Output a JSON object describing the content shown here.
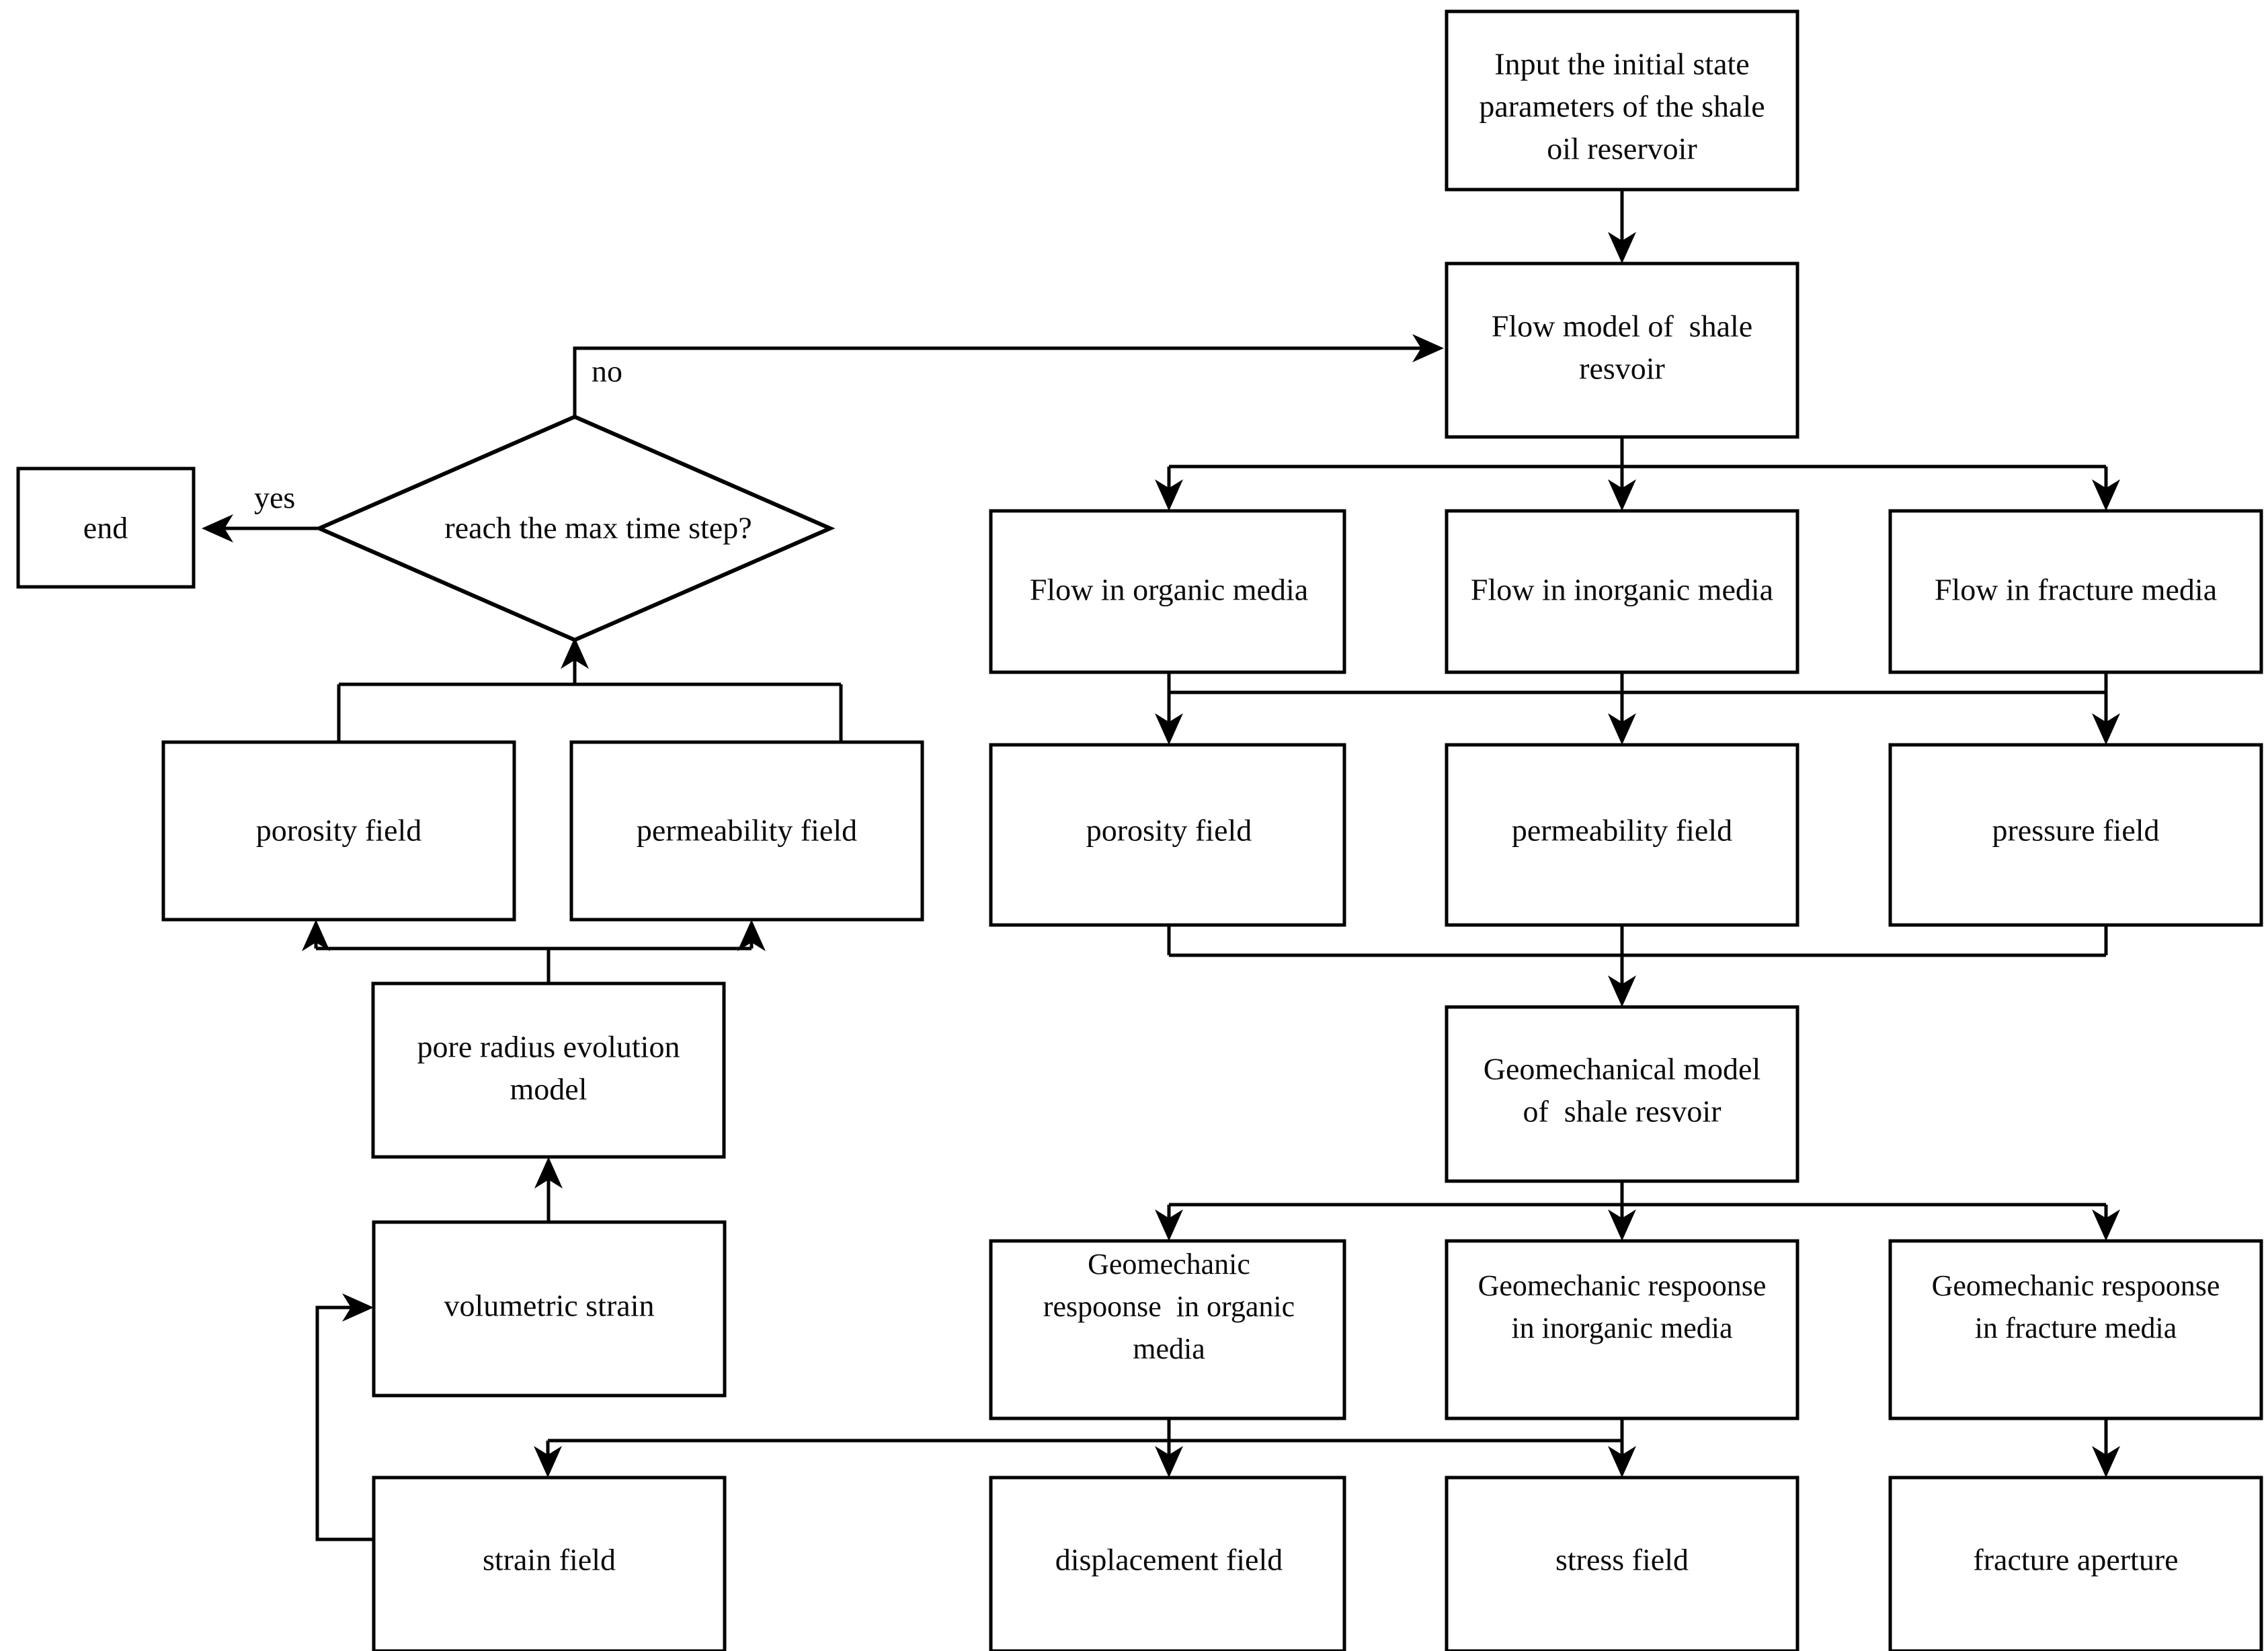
{
  "diagram": {
    "type": "flowchart",
    "title": "",
    "nodes": {
      "input_params": {
        "label": "Input the initial state parameters of the shale oil reservoir",
        "lines": [
          "Input the initial state",
          "parameters of the shale",
          "oil reservoir"
        ],
        "shape": "rectangle"
      },
      "flow_model": {
        "label": "Flow model of  shale resvoir",
        "lines": [
          "Flow model of  shale",
          "resvoir"
        ],
        "shape": "rectangle"
      },
      "flow_organic": {
        "label": "Flow in organic media",
        "lines": [
          "Flow in organic media"
        ],
        "shape": "rectangle"
      },
      "flow_inorganic": {
        "label": "Flow in inorganic media",
        "lines": [
          "Flow in inorganic media"
        ],
        "shape": "rectangle"
      },
      "flow_fracture": {
        "label": "Flow in fracture media",
        "lines": [
          "Flow in fracture media"
        ],
        "shape": "rectangle"
      },
      "porosity_field_right": {
        "label": "porosity field",
        "lines": [
          "porosity field"
        ],
        "shape": "rectangle"
      },
      "permeability_field_right": {
        "label": "permeability field",
        "lines": [
          "permeability field"
        ],
        "shape": "rectangle"
      },
      "pressure_field": {
        "label": "pressure field",
        "lines": [
          "pressure field"
        ],
        "shape": "rectangle"
      },
      "geomech_model": {
        "label": "Geomechanical model of  shale resvoir",
        "lines": [
          "Geomechanical model",
          "of  shale resvoir"
        ],
        "shape": "rectangle"
      },
      "geomech_organic": {
        "label": "Geomechanic respoonse  in organic media",
        "lines": [
          "Geomechanic",
          "respoonse  in organic",
          "media"
        ],
        "shape": "rectangle"
      },
      "geomech_inorganic": {
        "label": "Geomechanic respoonse in inorganic media",
        "lines": [
          "Geomechanic respoonse",
          "in inorganic media"
        ],
        "shape": "rectangle"
      },
      "geomech_fracture": {
        "label": "Geomechanic respoonse in fracture media",
        "lines": [
          "Geomechanic respoonse",
          "in fracture media"
        ],
        "shape": "rectangle"
      },
      "displacement_field": {
        "label": "displacement field",
        "lines": [
          "displacement field"
        ],
        "shape": "rectangle"
      },
      "stress_field": {
        "label": "stress field",
        "lines": [
          "stress field"
        ],
        "shape": "rectangle"
      },
      "fracture_aperture": {
        "label": "fracture aperture",
        "lines": [
          "fracture aperture"
        ],
        "shape": "rectangle"
      },
      "decision": {
        "label": "reach the max time step?",
        "lines": [
          "reach the max time step?"
        ],
        "shape": "diamond"
      },
      "end": {
        "label": "end",
        "lines": [
          "end"
        ],
        "shape": "rectangle"
      },
      "porosity_field_left": {
        "label": "porosity field",
        "lines": [
          "porosity field"
        ],
        "shape": "rectangle"
      },
      "permeability_field_left": {
        "label": "permeability field",
        "lines": [
          "permeability field"
        ],
        "shape": "rectangle"
      },
      "pore_radius_model": {
        "label": "pore radius evolution model",
        "lines": [
          "pore radius evolution",
          "model"
        ],
        "shape": "rectangle"
      },
      "volumetric_strain": {
        "label": "volumetric strain",
        "lines": [
          "volumetric strain"
        ],
        "shape": "rectangle"
      },
      "strain_field": {
        "label": "strain field",
        "lines": [
          "strain field"
        ],
        "shape": "rectangle"
      }
    },
    "edge_labels": {
      "yes": "yes",
      "no": "no"
    },
    "colors": {
      "stroke": "#000000",
      "fill": "#ffffff",
      "text": "#0a0a0a"
    }
  }
}
